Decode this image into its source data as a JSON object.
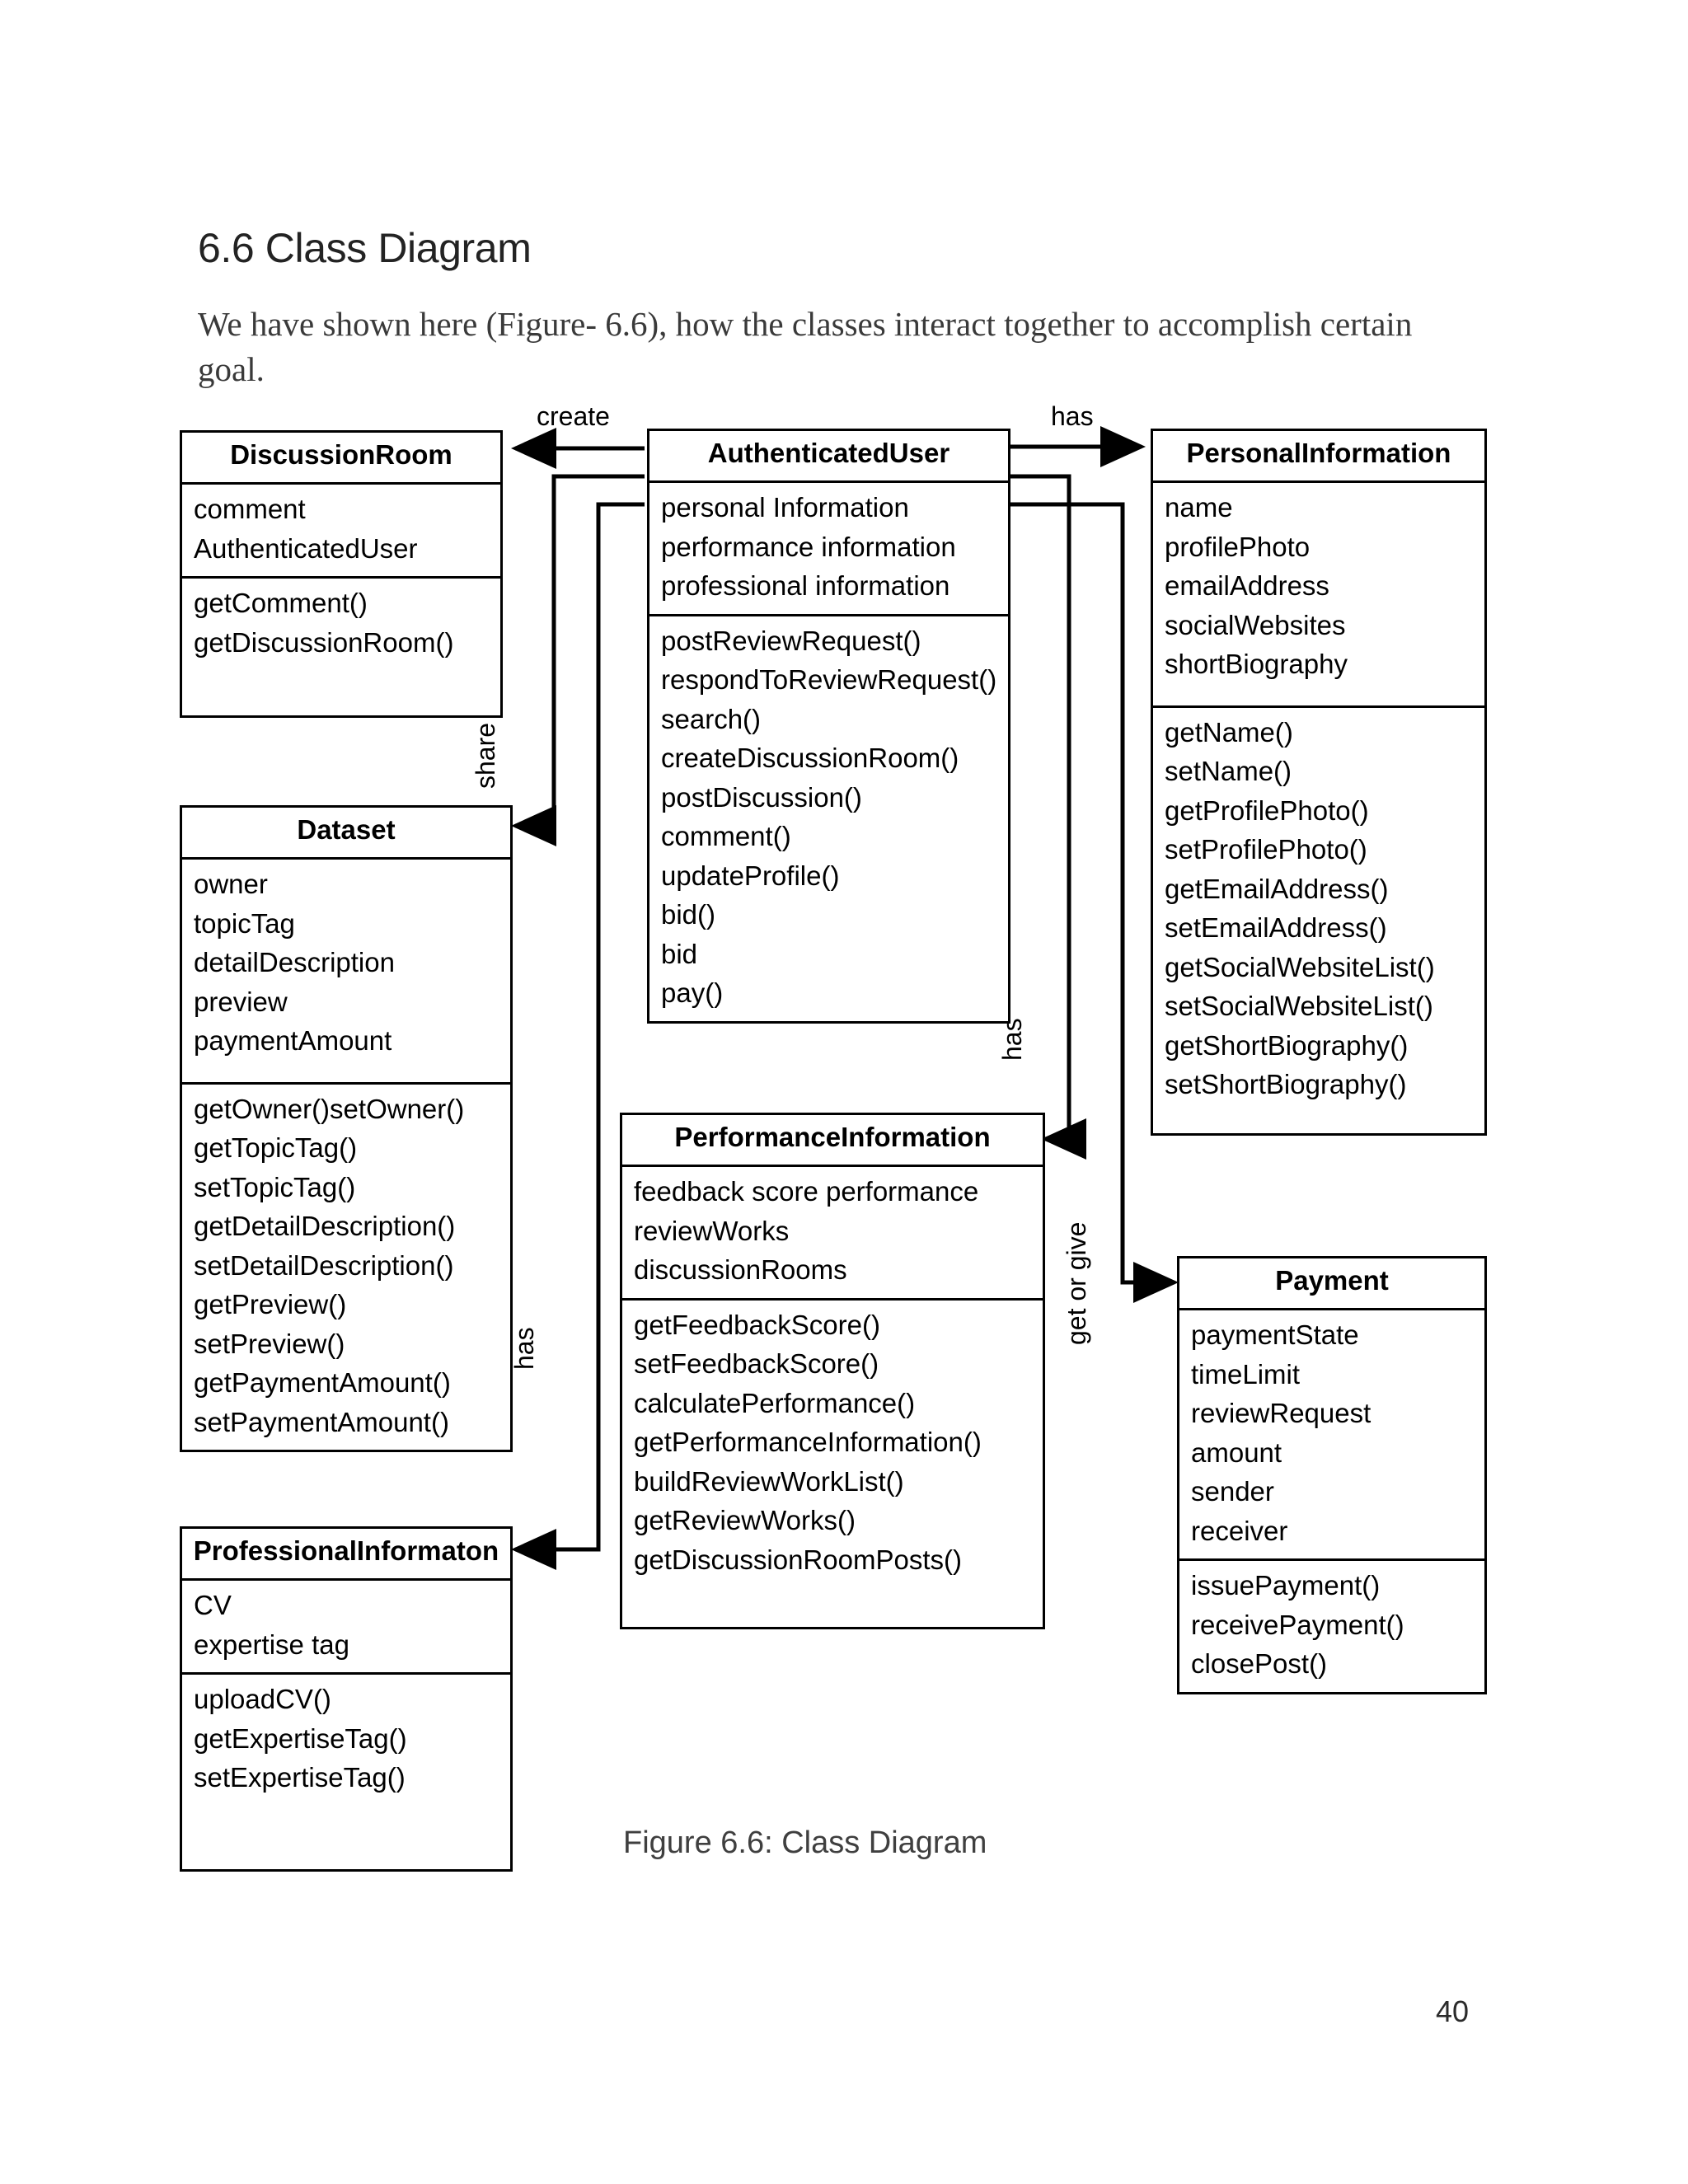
{
  "document": {
    "heading": "6.6 Class Diagram",
    "intro": "We have shown here (Figure- 6.6), how the classes interact together to accomplish certain goal.",
    "caption": "Figure 6.6: Class Diagram",
    "page_number": "40"
  },
  "diagram": {
    "classes": [
      {
        "id": "discussion-room",
        "name": "DiscussionRoom",
        "attributes": [
          "comment",
          "AuthenticatedUser"
        ],
        "methods": [
          "getComment()",
          "getDiscussionRoom()"
        ]
      },
      {
        "id": "authenticated-user",
        "name": "AuthenticatedUser",
        "attributes": [
          "personal Information",
          "performance information",
          "professional information"
        ],
        "methods": [
          "postReviewRequest()",
          "respondToReviewRequest()",
          "search()",
          "createDiscussionRoom()",
          "postDiscussion()",
          "comment()",
          "updateProfile()",
          "bid()",
          "bid",
          "pay()"
        ]
      },
      {
        "id": "personal-information",
        "name": "PersonalInformation",
        "attributes": [
          "name",
          "profilePhoto",
          "emailAddress",
          "socialWebsites",
          "shortBiography"
        ],
        "methods": [
          "getName()",
          "setName()",
          "getProfilePhoto()",
          "setProfilePhoto()",
          "getEmailAddress()",
          "setEmailAddress()",
          "getSocialWebsiteList()",
          "setSocialWebsiteList()",
          "getShortBiography()",
          "setShortBiography()"
        ]
      },
      {
        "id": "dataset",
        "name": "Dataset",
        "attributes": [
          "owner",
          "topicTag",
          "detailDescription",
          "preview",
          "paymentAmount"
        ],
        "methods": [
          "getOwner()setOwner()",
          "getTopicTag()",
          "setTopicTag()",
          "getDetailDescription()",
          "setDetailDescription()",
          "getPreview()",
          "setPreview()",
          "getPaymentAmount()",
          "setPaymentAmount()"
        ]
      },
      {
        "id": "performance-information",
        "name": "PerformanceInformation",
        "attributes": [
          "feedback score performance",
          "reviewWorks",
          "discussionRooms"
        ],
        "methods": [
          "getFeedbackScore()",
          "setFeedbackScore()",
          "calculatePerformance()",
          "getPerformanceInformation()",
          "buildReviewWorkList()",
          "getReviewWorks()",
          "getDiscussionRoomPosts()"
        ]
      },
      {
        "id": "payment",
        "name": "Payment",
        "attributes": [
          "paymentState",
          "timeLimit",
          "reviewRequest",
          "amount",
          "sender",
          "receiver"
        ],
        "methods": [
          "issuePayment()",
          "receivePayment()",
          "closePost()"
        ]
      },
      {
        "id": "professional-informaton",
        "name": "ProfessionalInformaton",
        "attributes": [
          "CV",
          "expertise tag"
        ],
        "methods": [
          "uploadCV()",
          "getExpertiseTag()",
          "setExpertiseTag()"
        ]
      }
    ],
    "relationships": [
      {
        "id": "create",
        "label": "create",
        "from": "authenticated-user",
        "to": "discussion-room",
        "orientation": "horizontal"
      },
      {
        "id": "has-personal",
        "label": "has",
        "from": "authenticated-user",
        "to": "personal-information",
        "orientation": "horizontal"
      },
      {
        "id": "share",
        "label": "share",
        "from": "authenticated-user",
        "to": "dataset",
        "orientation": "vertical"
      },
      {
        "id": "has-prof",
        "label": "has",
        "from": "authenticated-user",
        "to": "professional-informaton",
        "orientation": "vertical"
      },
      {
        "id": "has-perf",
        "label": "has",
        "from": "authenticated-user",
        "to": "performance-information",
        "orientation": "vertical"
      },
      {
        "id": "get-or-give",
        "label": "get or give",
        "from": "authenticated-user",
        "to": "payment",
        "orientation": "vertical"
      }
    ]
  },
  "colors": {
    "stroke": "#000000",
    "page_background": "#ffffff",
    "heading_text": "#232323",
    "body_text": "#3a3a3a"
  }
}
